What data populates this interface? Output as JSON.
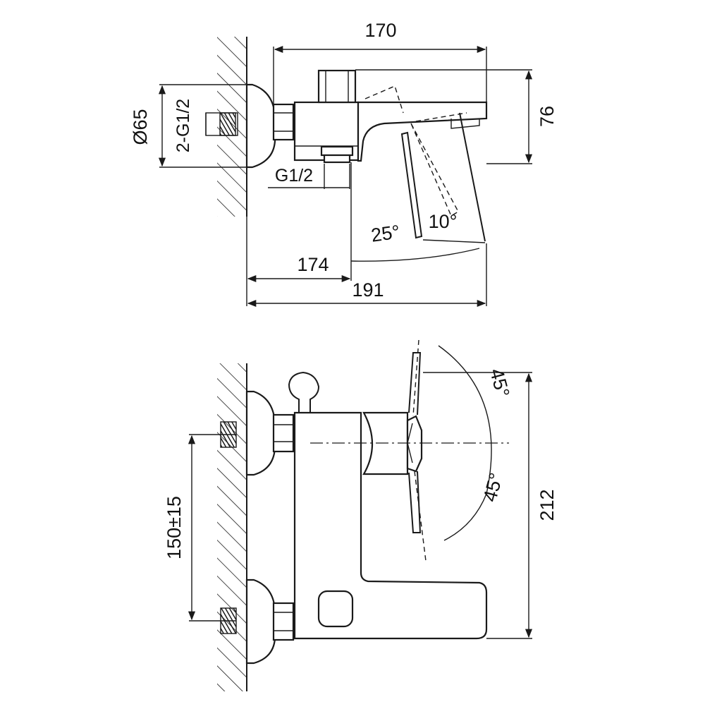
{
  "top_view": {
    "width_overall": "170",
    "height": "76",
    "escutcheon_diameter": "Ø65",
    "inlet_thread": "2-G1/2",
    "outlet_thread": "G1/2",
    "spout_reach": "174",
    "total_depth": "191",
    "tilt_angle_a": "25°",
    "tilt_angle_b": "10°"
  },
  "front_view": {
    "inlet_spacing": "150±15",
    "total_height": "212",
    "rotation_up": "45°",
    "rotation_down": "45°"
  },
  "colors": {
    "line": "#1a1a1a",
    "background": "#ffffff"
  }
}
